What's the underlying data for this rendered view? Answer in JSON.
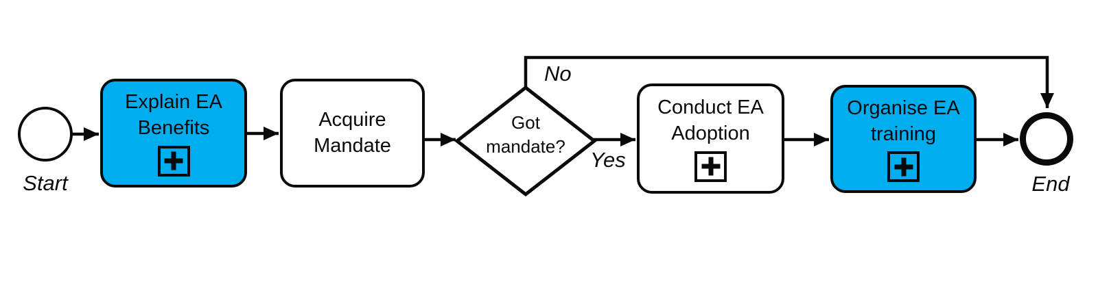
{
  "diagram": {
    "type": "bpmn-process-flow",
    "colors": {
      "highlight_fill": "#00AEEF",
      "task_fill": "#FFFFFF",
      "stroke": "#0A0A0A"
    },
    "start_event": {
      "label": "Start"
    },
    "end_event": {
      "label": "End"
    },
    "tasks": [
      {
        "label": "Explain EA Benefits",
        "highlighted": true,
        "subprocess_marker": true
      },
      {
        "label": "Acquire Mandate",
        "highlighted": false,
        "subprocess_marker": false
      },
      {
        "label": "Conduct EA Adoption",
        "highlighted": false,
        "subprocess_marker": true
      },
      {
        "label": "Organise EA training",
        "highlighted": true,
        "subprocess_marker": true
      }
    ],
    "gateway": {
      "label": "Got mandate?"
    },
    "branches": {
      "yes_label": "Yes",
      "no_label": "No"
    },
    "icons": {
      "subprocess_marker": "plus-icon",
      "flow_arrows": "arrowhead-icon"
    }
  }
}
